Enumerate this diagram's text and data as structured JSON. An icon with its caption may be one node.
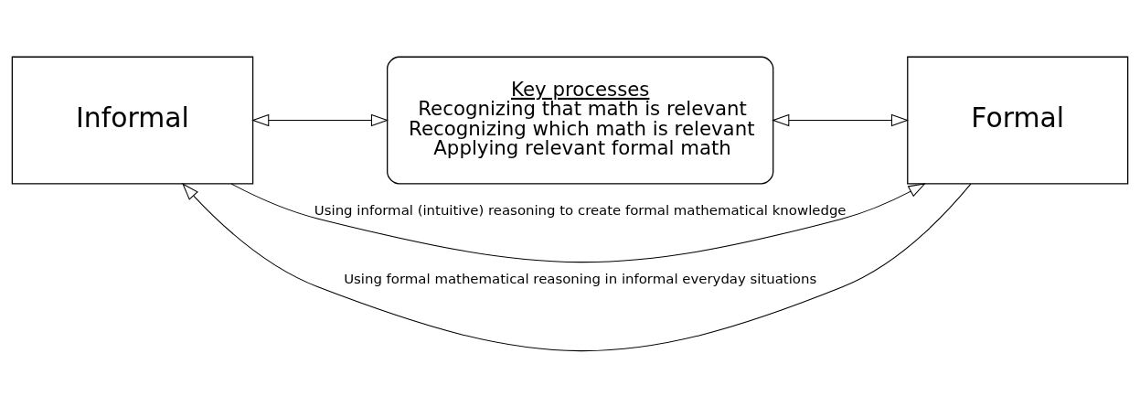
{
  "diagram": {
    "nodes": [
      {
        "text": [
          "Informal"
        ]
      },
      {
        "text": [
          "Key processes",
          "Recognizing that math is relevant",
          "Recognizing which math is relevant",
          "Applying relevant formal math"
        ]
      },
      {
        "text": [
          "Formal"
        ]
      }
    ],
    "edges": [
      {
        "from": 0,
        "to": 1,
        "arrow": "both"
      },
      {
        "from": 1,
        "to": 2,
        "arrow": "both"
      },
      {
        "from": 0,
        "to": 2,
        "arrow": "to",
        "label": "Using informal (intuitive) reasoning to create formal mathematical knowledge"
      },
      {
        "from": 2,
        "to": 0,
        "arrow": "to",
        "label": "Using formal mathematical reasoning in informal everyday situations"
      }
    ]
  }
}
